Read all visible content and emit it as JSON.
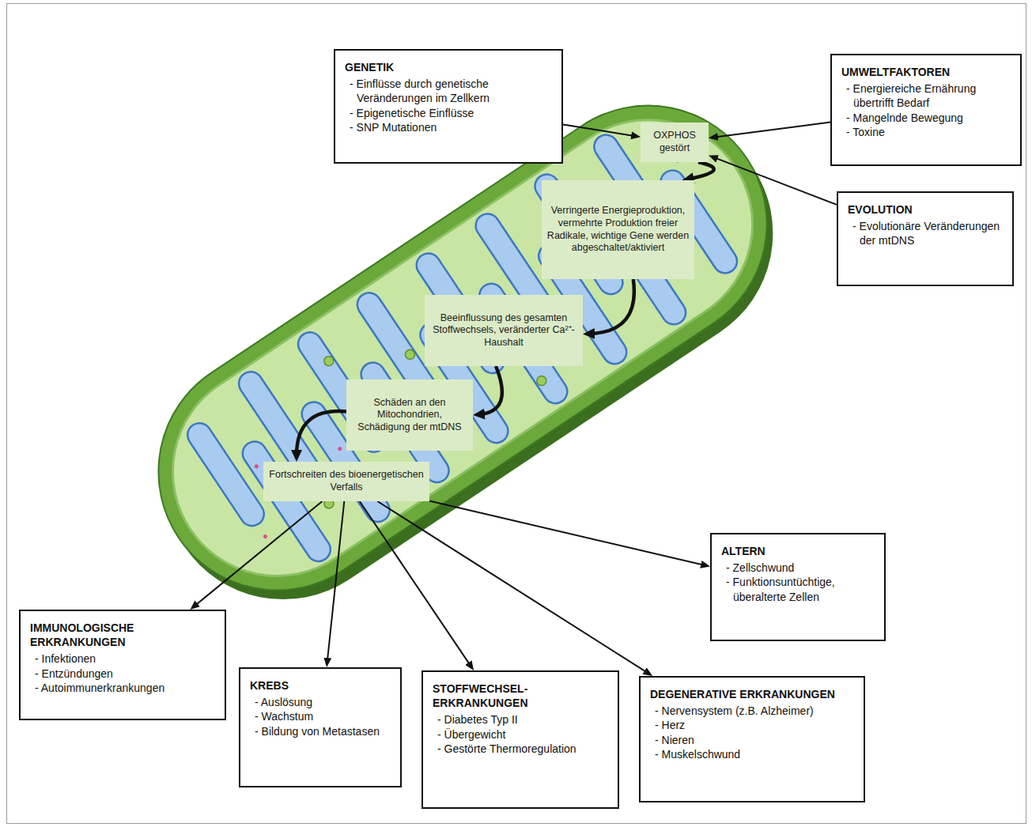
{
  "diagram": {
    "nodes": [
      {
        "text": [
          "GENETIK",
          "- Einflüsse durch genetische Veränderungen im Zellkern",
          "- Epigenetische Einflüsse",
          "- SNP Mutationen"
        ]
      },
      {
        "text": [
          "UMWELTFAKTOREN",
          "- Energiereiche Ernährung übertrifft Bedarf",
          "- Mangelnde Bewegung",
          "- Toxine"
        ]
      },
      {
        "text": [
          "OXPHOS gestört"
        ]
      },
      {
        "text": [
          "EVOLUTION",
          "- Evolutionäre Veränderungen der mtDNS"
        ]
      },
      {
        "text": [
          "Verringerte Energieproduktion, vermehrte Produktion freier Radikale, wichtige Gene werden abgeschaltet/aktiviert"
        ]
      },
      {
        "text": [
          "Beeinflussung des gesamten Stoffwechsels, veränderter Ca²⁺-Haushalt"
        ]
      },
      {
        "text": [
          "Schäden an den Mitochondrien, Schädigung der mtDNS"
        ]
      },
      {
        "text": [
          "Fortschreiten des bioenergetischen Verfalls"
        ]
      },
      {
        "text": [
          "ALTERN",
          "- Zellschwund",
          "- Funktionsuntüchtige, überalterte Zellen"
        ]
      },
      {
        "text": [
          "IMMUNOLOGISCHE ERKRANKUNGEN",
          "- Infektionen",
          "- Entzündungen",
          "- Autoimmunerkrankungen"
        ]
      },
      {
        "text": [
          "KREBS",
          "- Auslösung",
          "- Wachstum",
          "- Bildung von Metastasen"
        ]
      },
      {
        "text": [
          "STOFFWECHSEL- ERKRANKUNGEN",
          "- Diabetes Typ II",
          "- Übergewicht",
          "- Gestörte Thermoregulation"
        ]
      },
      {
        "text": [
          "DEGENERATIVE ERKRANKUNGEN",
          "- Nervensystem (z.B. Alzheimer)",
          "- Herz",
          "- Nieren",
          "- Muskelschwund"
        ]
      }
    ],
    "edges": [
      {
        "from": 0,
        "to": 2,
        "arrow": "to"
      },
      {
        "from": 1,
        "to": 2,
        "arrow": "to"
      },
      {
        "from": 3,
        "to": 2,
        "arrow": "to"
      },
      {
        "from": 2,
        "to": 4,
        "arrow": "to"
      },
      {
        "from": 4,
        "to": 5,
        "arrow": "to"
      },
      {
        "from": 5,
        "to": 6,
        "arrow": "to"
      },
      {
        "from": 6,
        "to": 7,
        "arrow": "to"
      },
      {
        "from": 7,
        "to": 9,
        "arrow": "to"
      },
      {
        "from": 7,
        "to": 10,
        "arrow": "to"
      },
      {
        "from": 7,
        "to": 11,
        "arrow": "to"
      },
      {
        "from": 7,
        "to": 12,
        "arrow": "to"
      },
      {
        "from": 7,
        "to": 8,
        "arrow": "to"
      }
    ]
  }
}
